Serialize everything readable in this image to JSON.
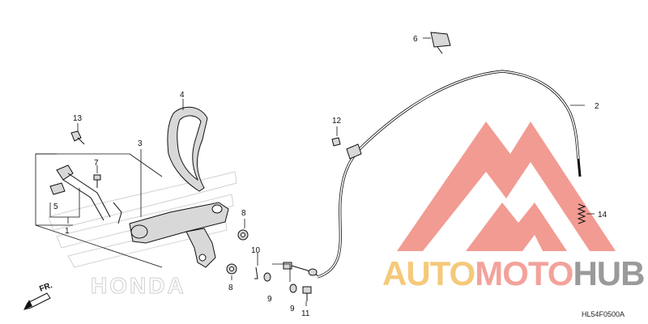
{
  "diagram": {
    "callouts": [
      {
        "id": "c1",
        "label": "1"
      },
      {
        "id": "c2",
        "label": "2"
      },
      {
        "id": "c3",
        "label": "3"
      },
      {
        "id": "c4",
        "label": "4"
      },
      {
        "id": "c5",
        "label": "5"
      },
      {
        "id": "c6",
        "label": "6"
      },
      {
        "id": "c7",
        "label": "7"
      },
      {
        "id": "c8a",
        "label": "8"
      },
      {
        "id": "c8b",
        "label": "8"
      },
      {
        "id": "c9a",
        "label": "9"
      },
      {
        "id": "c9b",
        "label": "9"
      },
      {
        "id": "c10",
        "label": "10"
      },
      {
        "id": "c11",
        "label": "11"
      },
      {
        "id": "c12",
        "label": "12"
      },
      {
        "id": "c13",
        "label": "13"
      },
      {
        "id": "c14",
        "label": "14"
      }
    ],
    "front_label": "FR.",
    "diagram_code": "HL54F0500A",
    "ghost_logo_text": "HONDA"
  },
  "watermark": {
    "brand_part1": "AUTO",
    "brand_part2": "MOTO",
    "brand_part3": "HUB",
    "colors": {
      "logo_red": "#f08a80",
      "auto": "#f5c97a",
      "moto": "#f3a29b",
      "hub": "#9a9a9a"
    }
  },
  "colors": {
    "line": "#111111",
    "part_fill": "#d8d8d8"
  }
}
